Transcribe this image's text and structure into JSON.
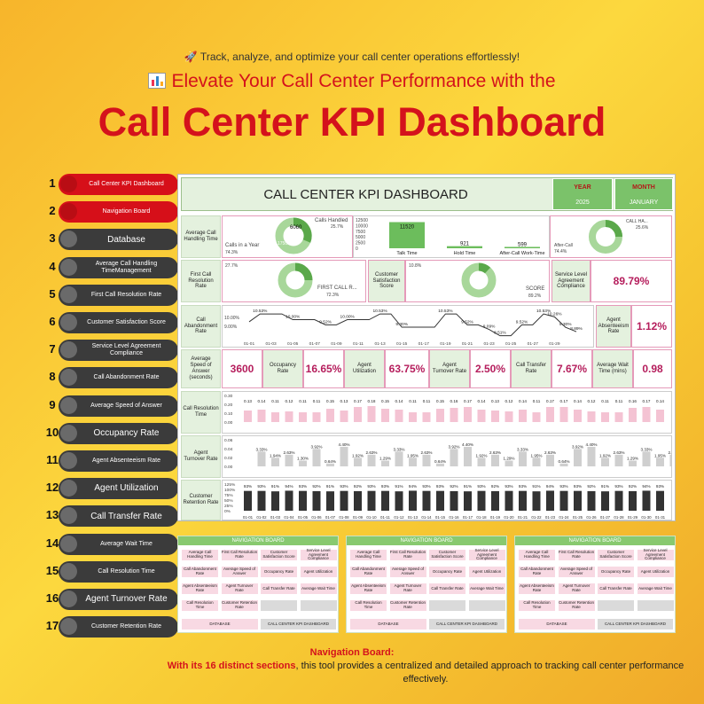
{
  "header": {
    "tagline": "🚀 Track, analyze, and optimize your call center operations effortlessly!",
    "subtitle": "Elevate Your Call Center Performance with the",
    "title": "Call Center KPI Dashboard"
  },
  "nav": {
    "items": [
      {
        "num": "1",
        "label": "Call Center KPI Dashboard"
      },
      {
        "num": "2",
        "label": "Navigation Board"
      },
      {
        "num": "3",
        "label": "Database"
      },
      {
        "num": "4",
        "label": "Average Call Handling TimeManagement"
      },
      {
        "num": "5",
        "label": "First Call Resolution Rate"
      },
      {
        "num": "6",
        "label": "Customer Satisfaction Score"
      },
      {
        "num": "7",
        "label": "Service Level Agreement Compliance"
      },
      {
        "num": "8",
        "label": "Call Abandonment Rate"
      },
      {
        "num": "9",
        "label": "Average Speed of Answer"
      },
      {
        "num": "10",
        "label": "Occupancy Rate"
      },
      {
        "num": "11",
        "label": "Agent Absenteeism Rate"
      },
      {
        "num": "12",
        "label": "Agent Utilization"
      },
      {
        "num": "13",
        "label": "Call Transfer Rate"
      },
      {
        "num": "14",
        "label": "Average Wait Time"
      },
      {
        "num": "15",
        "label": "Call Resolution Time"
      },
      {
        "num": "16",
        "label": "Agent Turnover Rate"
      },
      {
        "num": "17",
        "label": "Customer Retention Rate"
      }
    ]
  },
  "dashboard": {
    "title": "CALL CENTER KPI DASHBOARD",
    "year_label": "YEAR",
    "year_value": "2025",
    "month_label": "MONTH",
    "month_value": "JANUARY",
    "row1": {
      "label": "Average Call Handling Time",
      "calls_handled": "Calls Handled",
      "calls_handled_pct": "25.7%",
      "calls_year": "Calls in a Year",
      "calls_year_pct": "74.3%",
      "donut_value": "6060",
      "donut_small": "17508",
      "bar_yticks": [
        "12500",
        "10000",
        "7500",
        "5000",
        "2500",
        "0"
      ],
      "bars": [
        {
          "label": "Talk Time",
          "value": "11520"
        },
        {
          "label": "Hold Time",
          "value": "921"
        },
        {
          "label": "After-Call Work-Time",
          "value": "599"
        }
      ],
      "donut2_title": "CALL HA...",
      "donut2_pct": "25.6%",
      "donut2_label": "After-Call",
      "donut2_pct2": "74.4%"
    },
    "row2": {
      "label": "First Call Resolution Rate",
      "fcr_pct1": "27.7%",
      "fcr_label": "FIRST CALL R...",
      "fcr_pct2": "72.3%",
      "csat_label": "Customer Satisfaction Score",
      "csat_pct1": "10.8%",
      "csat_name": "SCORE",
      "csat_pct2": "89.2%",
      "sla_label": "Service Level Agreement Compliance",
      "sla_value": "89.79%"
    },
    "row3": {
      "label": "Call Abandonment Rate",
      "yticks": [
        "10.00%",
        "9.00%"
      ],
      "xticks": [
        "01-01",
        "01-03",
        "01-05",
        "01-07",
        "01-09",
        "01-11",
        "01-13",
        "01-15",
        "01-17",
        "01-19",
        "01-21",
        "01-23",
        "01-25",
        "01-27",
        "01-29"
      ],
      "absent_label": "Agent Absenteeism Rate",
      "absent_value": "1.12%"
    },
    "row4": {
      "asa_label": "Average Speed of Answer (seconds)",
      "asa_value": "3600",
      "occ_label": "Occupancy Rate",
      "occ_value": "16.65%",
      "util_label": "Agent Utilization",
      "util_value": "63.75%",
      "turn_label": "Agent Turnover Rate",
      "turn_value": "2.50%",
      "transfer_label": "Call Transfer Rate",
      "transfer_value": "7.67%",
      "wait_label": "Average Wait Time (mins)",
      "wait_value": "0.98"
    },
    "row5": {
      "label": "Call Resolution Time",
      "yticks": [
        "0.30",
        "0.20",
        "0.10",
        "0.00"
      ]
    },
    "row6": {
      "label": "Agent Turnover Rate",
      "yticks": [
        "0.06",
        "0.04",
        "0.02",
        "0.00"
      ]
    },
    "row7": {
      "label": "Customer Retention Rate",
      "yticks": [
        "125%",
        "100%",
        "75%",
        "50%",
        "25%",
        "0%"
      ]
    }
  },
  "chart_data": [
    {
      "type": "line",
      "title": "Call Abandonment Rate",
      "x": [
        "01-01",
        "01-02",
        "01-03",
        "01-04",
        "01-05",
        "01-06",
        "01-07",
        "01-08",
        "01-09",
        "01-10",
        "01-11",
        "01-12",
        "01-13",
        "01-14",
        "01-15",
        "01-16",
        "01-17",
        "01-18",
        "01-19",
        "01-20",
        "01-21",
        "01-22",
        "01-23",
        "01-24",
        "01-25",
        "01-26",
        "01-27",
        "01-28",
        "01-29",
        "01-30",
        "01-31"
      ],
      "labels": [
        "",
        "10.53%",
        "",
        "",
        "10.00%",
        "",
        "",
        "9.52%",
        "",
        "10.00%",
        "",
        "",
        "10.53%",
        "",
        "9.30%",
        "",
        "",
        "",
        "10.53%",
        "",
        "9.52%",
        "",
        "9.09%",
        "8.51%",
        "",
        "9.52%",
        "",
        "10.53%",
        "10.26%",
        "9.30%",
        "8.89%"
      ]
    },
    {
      "type": "bar",
      "title": "Call Resolution Time",
      "values": [
        "0.13",
        "0.14",
        "0.11",
        "0.12",
        "0.11",
        "0.11",
        "0.15",
        "0.13",
        "0.17",
        "0.18",
        "0.15",
        "0.14",
        "0.11",
        "0.11",
        "0.15",
        "0.16",
        "0.17",
        "0.14",
        "0.13",
        "0.12",
        "0.14",
        "0.11",
        "0.17",
        "0.17",
        "0.14",
        "0.12",
        "0.11",
        "0.11",
        "0.16",
        "0.17",
        "0.14"
      ],
      "ylim": [
        0,
        0.3
      ]
    },
    {
      "type": "bar",
      "title": "Agent Turnover Rate",
      "values": [
        "",
        "3.33%",
        "1.94%",
        "2.63%",
        "1.30%",
        "3.92%",
        "0.64%",
        "4.40%",
        "1.92%",
        "2.63%",
        "1.29%",
        "3.33%",
        "1.95%",
        "2.63%",
        "0.64%",
        "3.92%",
        "4.40%",
        "1.92%",
        "2.63%",
        "1.29%",
        "3.33%",
        "1.95%",
        "2.63%",
        "0.64%",
        "3.92%",
        "4.40%",
        "1.92%",
        "2.63%",
        "1.29%",
        "3.33%",
        "1.95%",
        "2.63%"
      ],
      "ylim": [
        0,
        0.06
      ]
    },
    {
      "type": "bar",
      "title": "Customer Retention Rate",
      "categories": [
        "01-01",
        "01-02",
        "01-03",
        "01-04",
        "01-05",
        "01-06",
        "01-07",
        "01-08",
        "01-09",
        "01-10",
        "01-11",
        "01-12",
        "01-13",
        "01-14",
        "01-15",
        "01-16",
        "01-17",
        "01-18",
        "01-19",
        "01-20",
        "01-21",
        "01-22",
        "01-23",
        "01-24",
        "01-25",
        "01-26",
        "01-27",
        "01-28",
        "01-29",
        "01-30",
        "01-31"
      ],
      "values": [
        "93%",
        "93%",
        "91%",
        "94%",
        "93%",
        "92%",
        "91%",
        "93%",
        "92%",
        "93%",
        "93%",
        "91%",
        "94%",
        "93%",
        "93%",
        "92%",
        "91%",
        "93%",
        "92%",
        "93%",
        "93%",
        "91%",
        "94%",
        "93%",
        "93%",
        "92%",
        "91%",
        "93%",
        "92%",
        "94%",
        "93%"
      ],
      "ylim": [
        0,
        125
      ]
    }
  ],
  "nav_boards": {
    "title": "NAVIGATION BOARD",
    "cells": [
      {
        "t": "Average Call Handling Time",
        "c": "pink"
      },
      {
        "t": "First Call Resolution Rate",
        "c": "pink"
      },
      {
        "t": "Customer Satisfaction Score",
        "c": "pink"
      },
      {
        "t": "Service Level Agreement Compliance",
        "c": "pink"
      },
      {
        "t": "Call Abandonment Rate",
        "c": "pink"
      },
      {
        "t": "Average Speed of Answer",
        "c": "pink"
      },
      {
        "t": "Occupancy Rate",
        "c": "pink"
      },
      {
        "t": "Agent Utilization",
        "c": "pink"
      },
      {
        "t": "Agent Absenteeism Rate",
        "c": "pink"
      },
      {
        "t": "Agent Turnover Rate",
        "c": "pink"
      },
      {
        "t": "Call Transfer Rate",
        "c": "pink"
      },
      {
        "t": "Average Wait Time",
        "c": "pink"
      },
      {
        "t": "Call Resolution Time",
        "c": "pink"
      },
      {
        "t": "Customer Retention Rate",
        "c": "pink"
      },
      {
        "t": "",
        "c": "gray"
      },
      {
        "t": "",
        "c": "gray"
      }
    ],
    "database": "DATABASE",
    "dashboard": "CALL CENTER KPI DASHBOARD"
  },
  "footer": {
    "heading": "Navigation Board:",
    "bold": "With its 16 distinct sections",
    "text": ", this tool provides a centralized and detailed approach to tracking call center performance effectively."
  }
}
